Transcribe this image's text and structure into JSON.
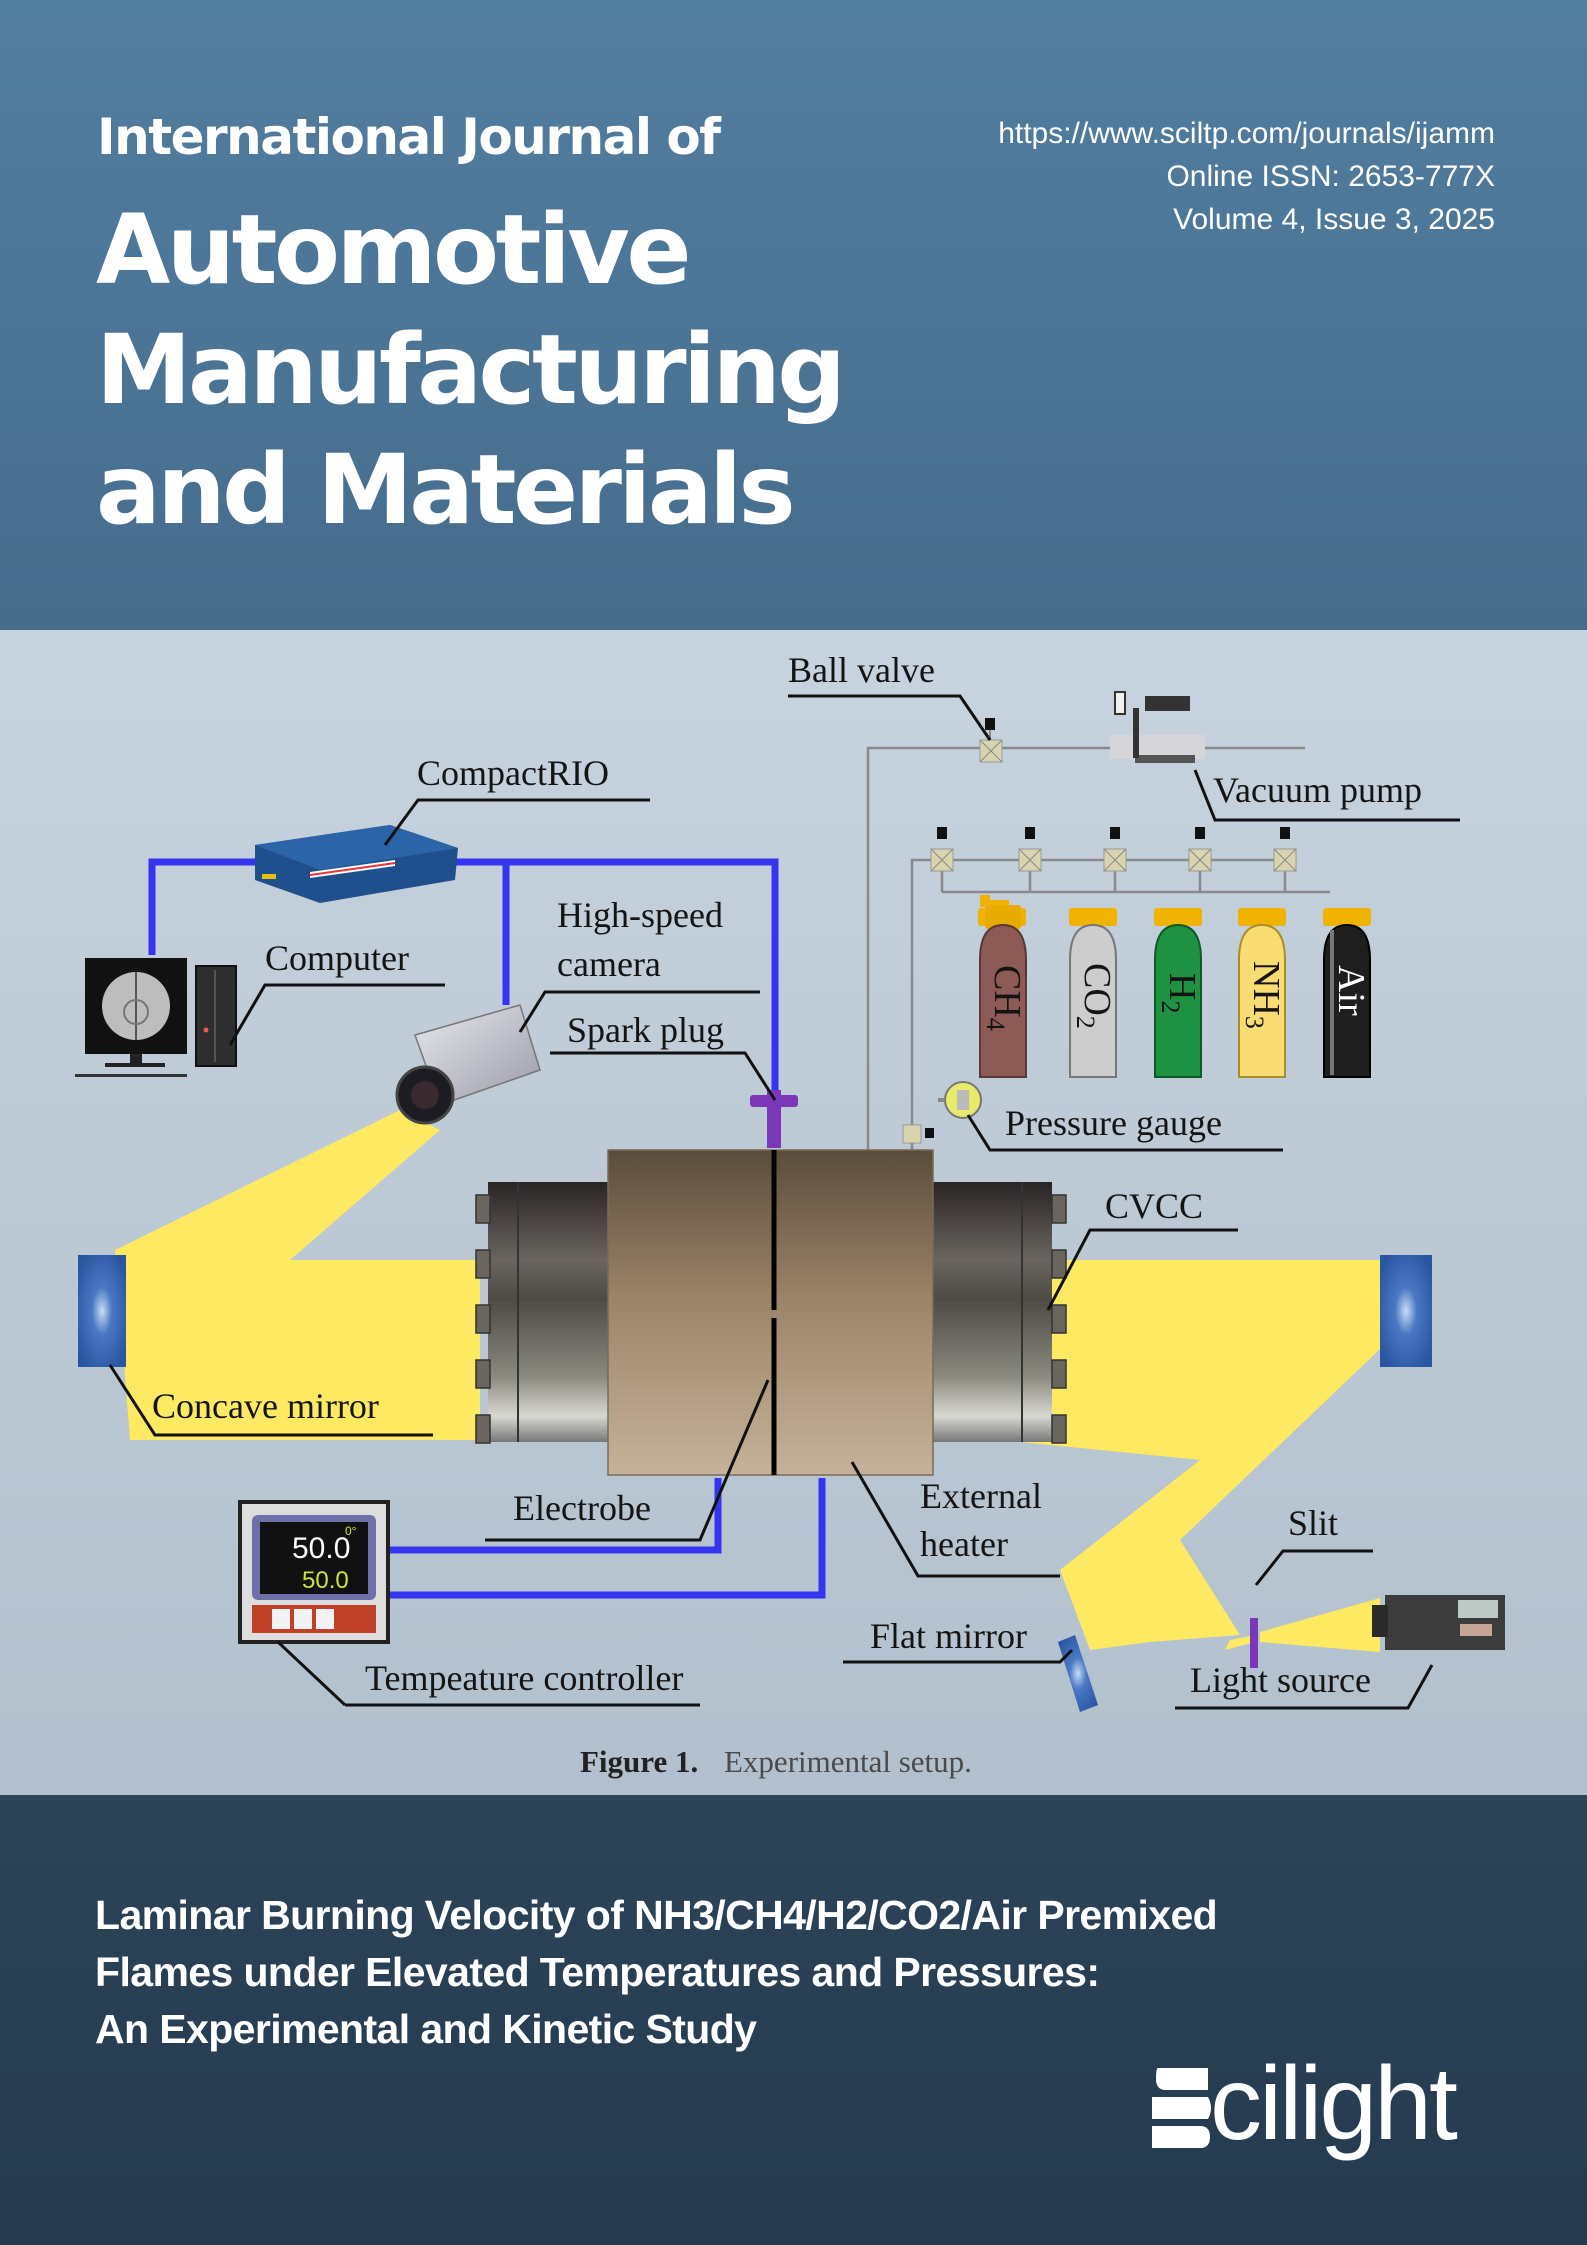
{
  "journal": {
    "prefix": "International Journal of",
    "title_lines": [
      "Automotive",
      "Manufacturing",
      "and Materials"
    ],
    "url": "https://www.sciltp.com/journals/ijamm",
    "issn": "Online ISSN: 2653-777X",
    "issue": "Volume 4, Issue 3, 2025"
  },
  "figure": {
    "labels": {
      "ball_valve": "Ball valve",
      "vacuum_pump": "Vacuum pump",
      "compactrio": "CompactRIO",
      "high_speed_1": "High-speed",
      "high_speed_2": "camera",
      "computer": "Computer",
      "spark_plug": "Spark plug",
      "pressure_gauge": "Pressure gauge",
      "cvcc": "CVCC",
      "concave_mirror": "Concave mirror",
      "electrobe": "Electrobe",
      "external_1": "External",
      "external_2": "heater",
      "slit": "Slit",
      "flat_mirror": "Flat mirror",
      "light_source": "Light source",
      "temp_controller": "Tempeature controller"
    },
    "cylinders": [
      {
        "name": "CH",
        "sub": "4",
        "color": "#8e5a55"
      },
      {
        "name": "CO",
        "sub": "2",
        "color": "#c9c9c9"
      },
      {
        "name": "H",
        "sub": "2",
        "color": "#1f9142"
      },
      {
        "name": "NH",
        "sub": "3",
        "color": "#f7d96a"
      },
      {
        "name": "Air",
        "sub": "",
        "color": "#1e1e1e"
      }
    ],
    "controller_display": {
      "pv": "50.0",
      "sv": "50.0",
      "top": "0°"
    },
    "caption_label": "Figure 1.",
    "caption_text": "Experimental setup."
  },
  "article": {
    "title_lines": [
      "Laminar Burning Velocity of NH3/CH4/H2/CO2/Air Premixed",
      "Flames under Elevated Temperatures and Pressures:",
      "An Experimental and Kinetic Study"
    ]
  },
  "publisher": {
    "name": "cilight"
  }
}
